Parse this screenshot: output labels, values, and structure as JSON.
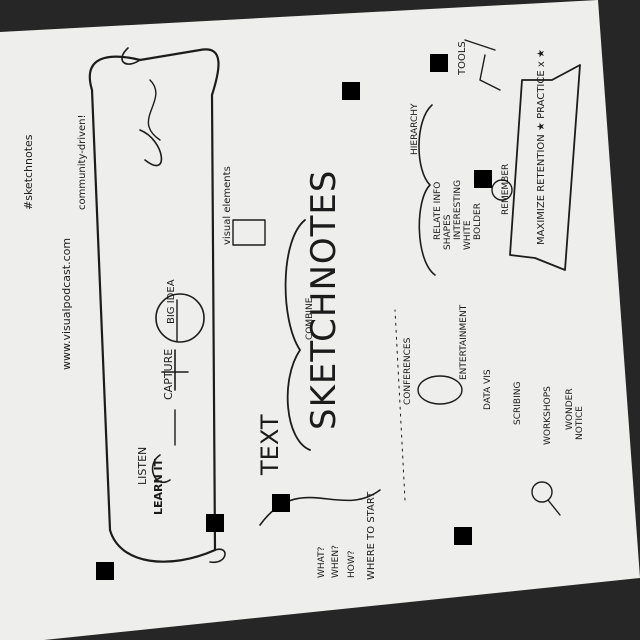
{
  "image": {
    "description_colors": {
      "paper": "#eeeeec",
      "ink": "#1c1c1c",
      "redaction": "#000000",
      "background": "#262626"
    }
  },
  "scroll": {
    "hashtag": "#sketchnotes",
    "community": "community-driven!",
    "website": "www.visualpodcast.com",
    "process": {
      "listen": "LISTEN",
      "capture": "CAPTURE",
      "big_idea": "BIG IDEA",
      "learn_it": "LEARN IT"
    }
  },
  "center": {
    "title": "SKETCHNOTES",
    "text": "TEXT",
    "combine": "COMBINE",
    "visual_element": "visual elements"
  },
  "right_top": {
    "banner": "MAXIMIZE RETENTION ★ PRACTICE x ★",
    "tools": "TOOLS",
    "hierarchy": "HIERARCHY",
    "interest": "INTERESTING",
    "visual_ideas": [
      "INTERESTING",
      "WHITE",
      "BOLDER",
      "SHAPES",
      "RELATE INFO"
    ],
    "remember": "REMEMBER"
  },
  "right_bottom": {
    "workshops": "WORKSHOPS",
    "entertainment": "ENTERTAINMENT",
    "data_vis": "DATA VIS",
    "scribing": "SCRIBING",
    "conferences": "CONFERENCES",
    "notice": "NOTICE",
    "wonder": "WONDER",
    "where_to_start": "WHERE TO START",
    "steps": [
      "HOW?",
      "WHEN?",
      "WHAT?"
    ]
  }
}
